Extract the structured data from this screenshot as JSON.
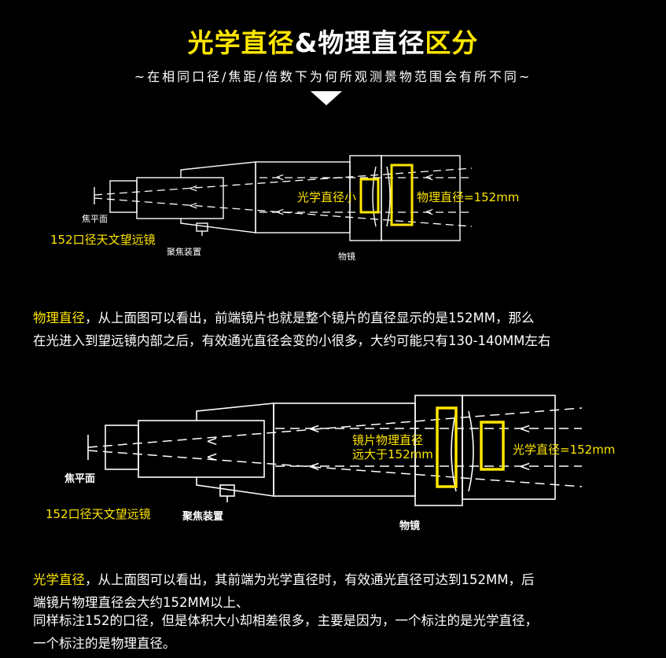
{
  "header": {
    "title_optical": "光学直径",
    "title_amp": "&",
    "title_physical": "物理直径",
    "title_rest": "区分",
    "subtitle": "~在相同口径/焦距/倍数下为何所观测景物范围会有所不同~"
  },
  "diagram1": {
    "focal_plane": "焦平面",
    "telescope_label": "152口径天文望远镜",
    "focuser": "聚焦装置",
    "objective": "物镜",
    "optical_label": "光学直径小",
    "physical_label": "物理直径=152mm"
  },
  "paragraph1": {
    "highlight": "物理直径",
    "line1_rest": "，从上面图可以看出，前端镜片也就是整个镜片的直径显示的是152MM，那么",
    "line2": "在光进入到望远镜内部之后，有效通光直径会变的小很多，大约可能只有130-140MM左右"
  },
  "diagram2": {
    "focal_plane": "焦平面",
    "telescope_label": "152口径天文望远镜",
    "focuser": "聚焦装置",
    "objective": "物镜",
    "physical_line1": "镜片物理直径",
    "physical_line2": "远大于152mm",
    "optical_label": "光学直径=152mm"
  },
  "paragraph2": {
    "highlight": "光学直径",
    "line1_rest": "，从上面图可以看出，其前端为光学直径时，有效通光直径可达到152MM，后",
    "line2": "端镜片物理直径会大约152MM以上、"
  },
  "paragraph3": {
    "line1": "同样标注152的口径，但是体积大小却相差很多，主要是因为，一个标注的是光学直径，",
    "line2": "一个标注的是物理直径。"
  },
  "colors": {
    "accent": "#ffe600",
    "background": "#000000",
    "text": "#ffffff"
  }
}
